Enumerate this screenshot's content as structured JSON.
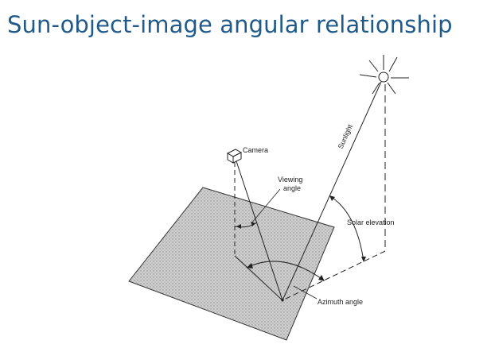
{
  "title": "Sun-object-image angular relationship",
  "labels": {
    "camera": "Camera",
    "viewing_angle_line1": "Viewing",
    "viewing_angle_line2": "angle",
    "sunlight": "Sunlight",
    "solar_elevation": "Solar elevation",
    "azimuth_angle": "Azimuth angle"
  },
  "colors": {
    "title": "#1f5a8a",
    "ground": "#bdbdbd",
    "line": "#222222"
  }
}
